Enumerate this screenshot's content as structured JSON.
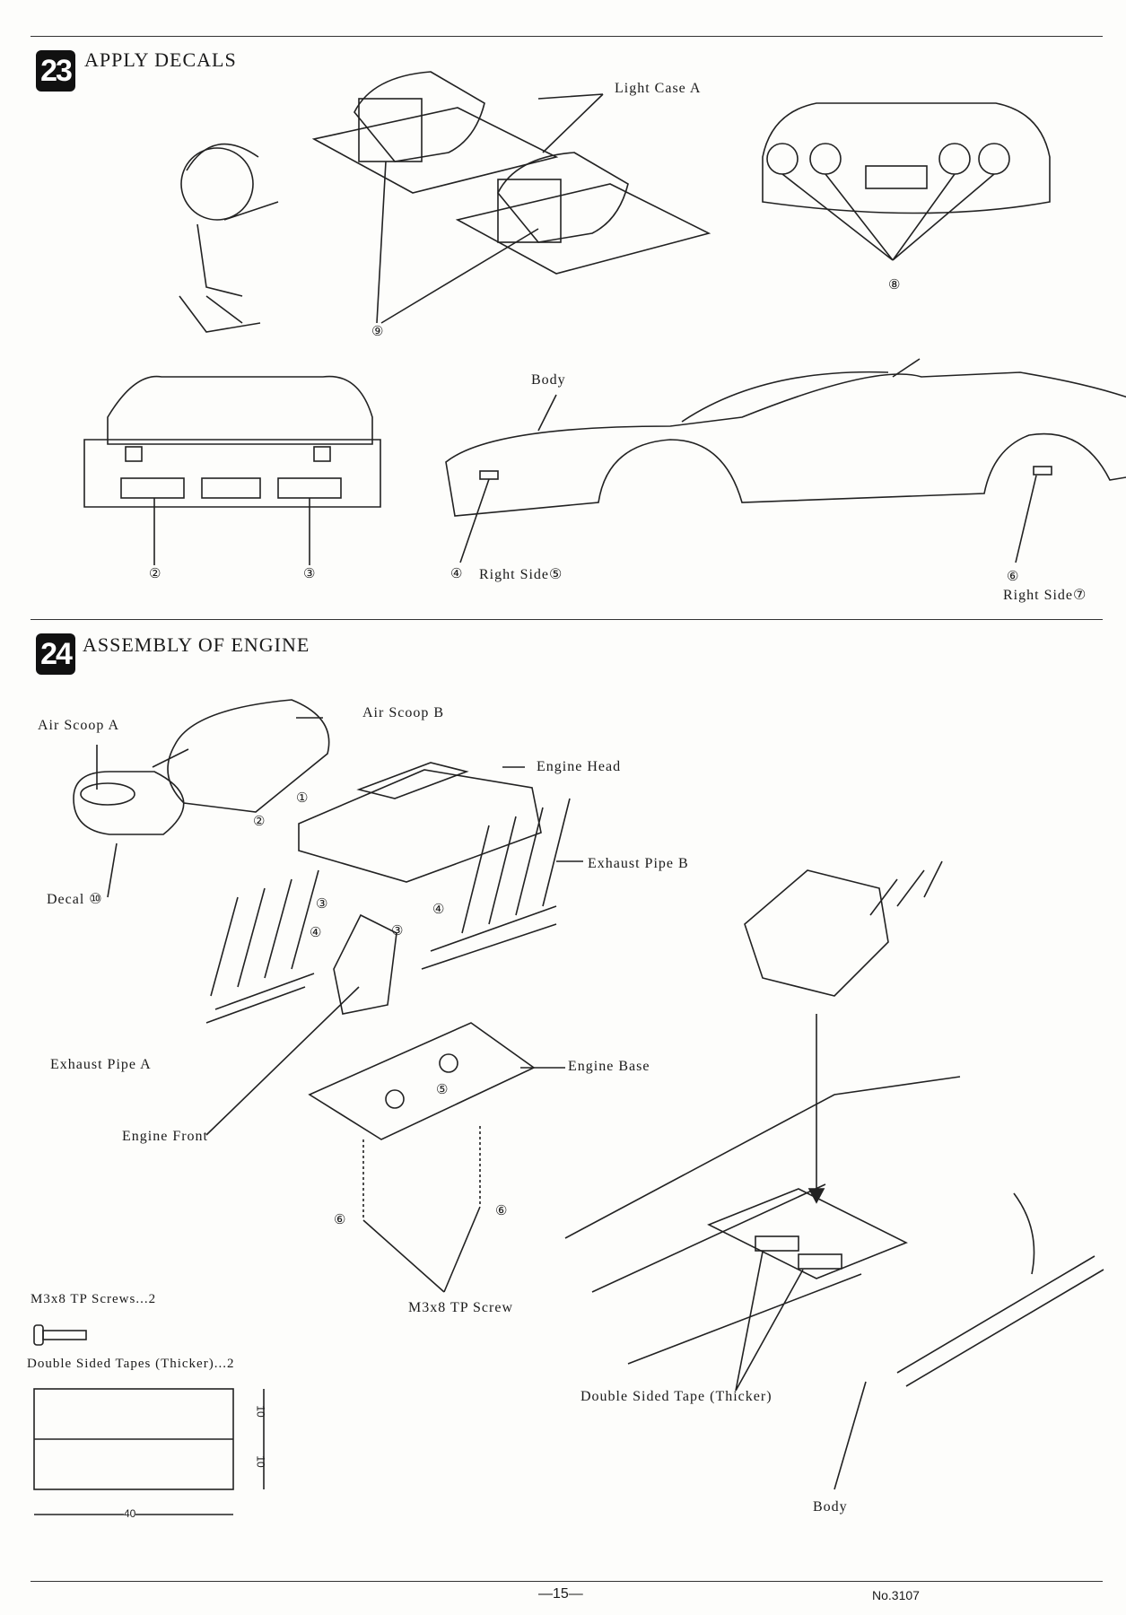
{
  "step23": {
    "number": "23",
    "title": "APPLY DECALS",
    "labels": {
      "light_case_a": "Light Case A",
      "nine": "⑨",
      "eight": "⑧",
      "body": "Body",
      "two": "②",
      "three": "③",
      "four": "④",
      "right_side_5": "Right Side⑤",
      "six": "⑥",
      "right_side_7": "Right Side⑦"
    }
  },
  "step24": {
    "number": "24",
    "title": "ASSEMBLY OF ENGINE",
    "labels": {
      "air_scoop_a": "Air Scoop A",
      "air_scoop_b": "Air Scoop B",
      "engine_head": "Engine Head",
      "exhaust_pipe_b": "Exhaust Pipe B",
      "decal_10": "Decal ⑩",
      "exhaust_pipe_a": "Exhaust Pipe A",
      "engine_base": "Engine Base",
      "engine_front": "Engine Front",
      "m3x8_tp_screw": "M3x8 TP Screw",
      "double_sided_tape_thicker": "Double Sided Tape (Thicker)",
      "body": "Body",
      "c1": "①",
      "c2": "②",
      "c3a": "③",
      "c3b": "③",
      "c4a": "④",
      "c4b": "④",
      "c5": "⑤",
      "c6a": "⑥",
      "c6b": "⑥"
    },
    "parts_list": {
      "screws": "M3x8 TP Screws...2",
      "tapes": "Double Sided Tapes (Thicker)...2",
      "dim_10a": "10",
      "dim_10b": "10",
      "dim_40": "40"
    }
  },
  "footer": {
    "page": "—15—",
    "model_no": "No.3107"
  }
}
